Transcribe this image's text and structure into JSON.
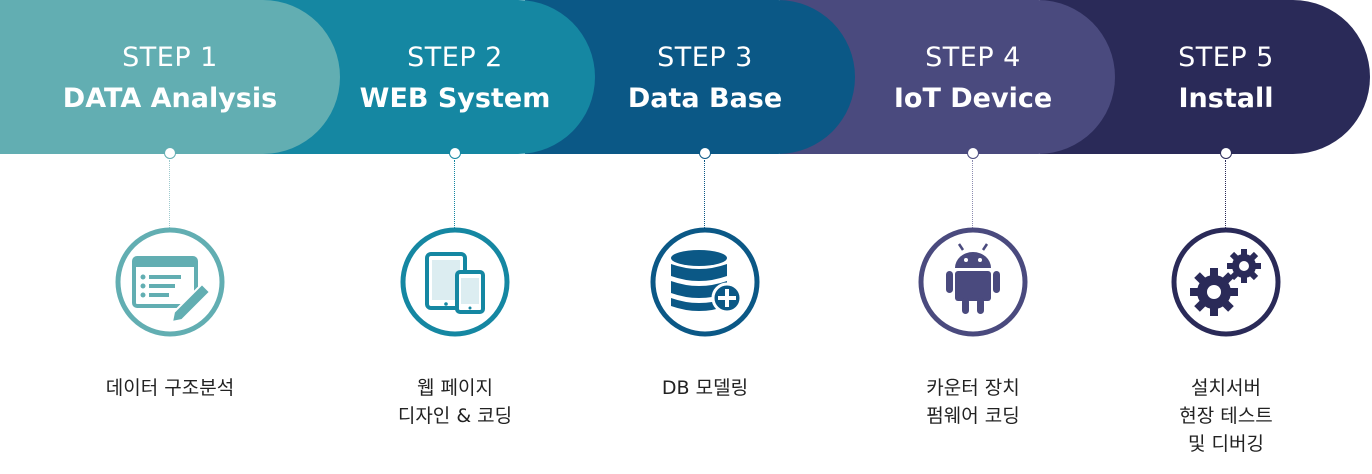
{
  "steps": [
    {
      "label": "STEP 1",
      "title": "DATA Analysis",
      "color": "#62aeb2",
      "icon": "form-edit-icon",
      "description": [
        "데이터 구조분석"
      ]
    },
    {
      "label": "STEP 2",
      "title": "WEB System",
      "color": "#1587a2",
      "icon": "tablet-phone-icon",
      "description": [
        "웹 페이지",
        "디자인 & 코딩"
      ]
    },
    {
      "label": "STEP 3",
      "title": "Data Base",
      "color": "#0b5886",
      "icon": "database-add-icon",
      "description": [
        "DB 모델링"
      ]
    },
    {
      "label": "STEP 4",
      "title": "IoT Device",
      "color": "#4a4a7e",
      "icon": "android-icon",
      "description": [
        "카운터 장치",
        "펌웨어 코딩"
      ]
    },
    {
      "label": "STEP 5",
      "title": "Install",
      "color": "#2a2a58",
      "icon": "gears-icon",
      "description": [
        "설치서버",
        "현장 테스트",
        "및 디버깅"
      ]
    }
  ]
}
